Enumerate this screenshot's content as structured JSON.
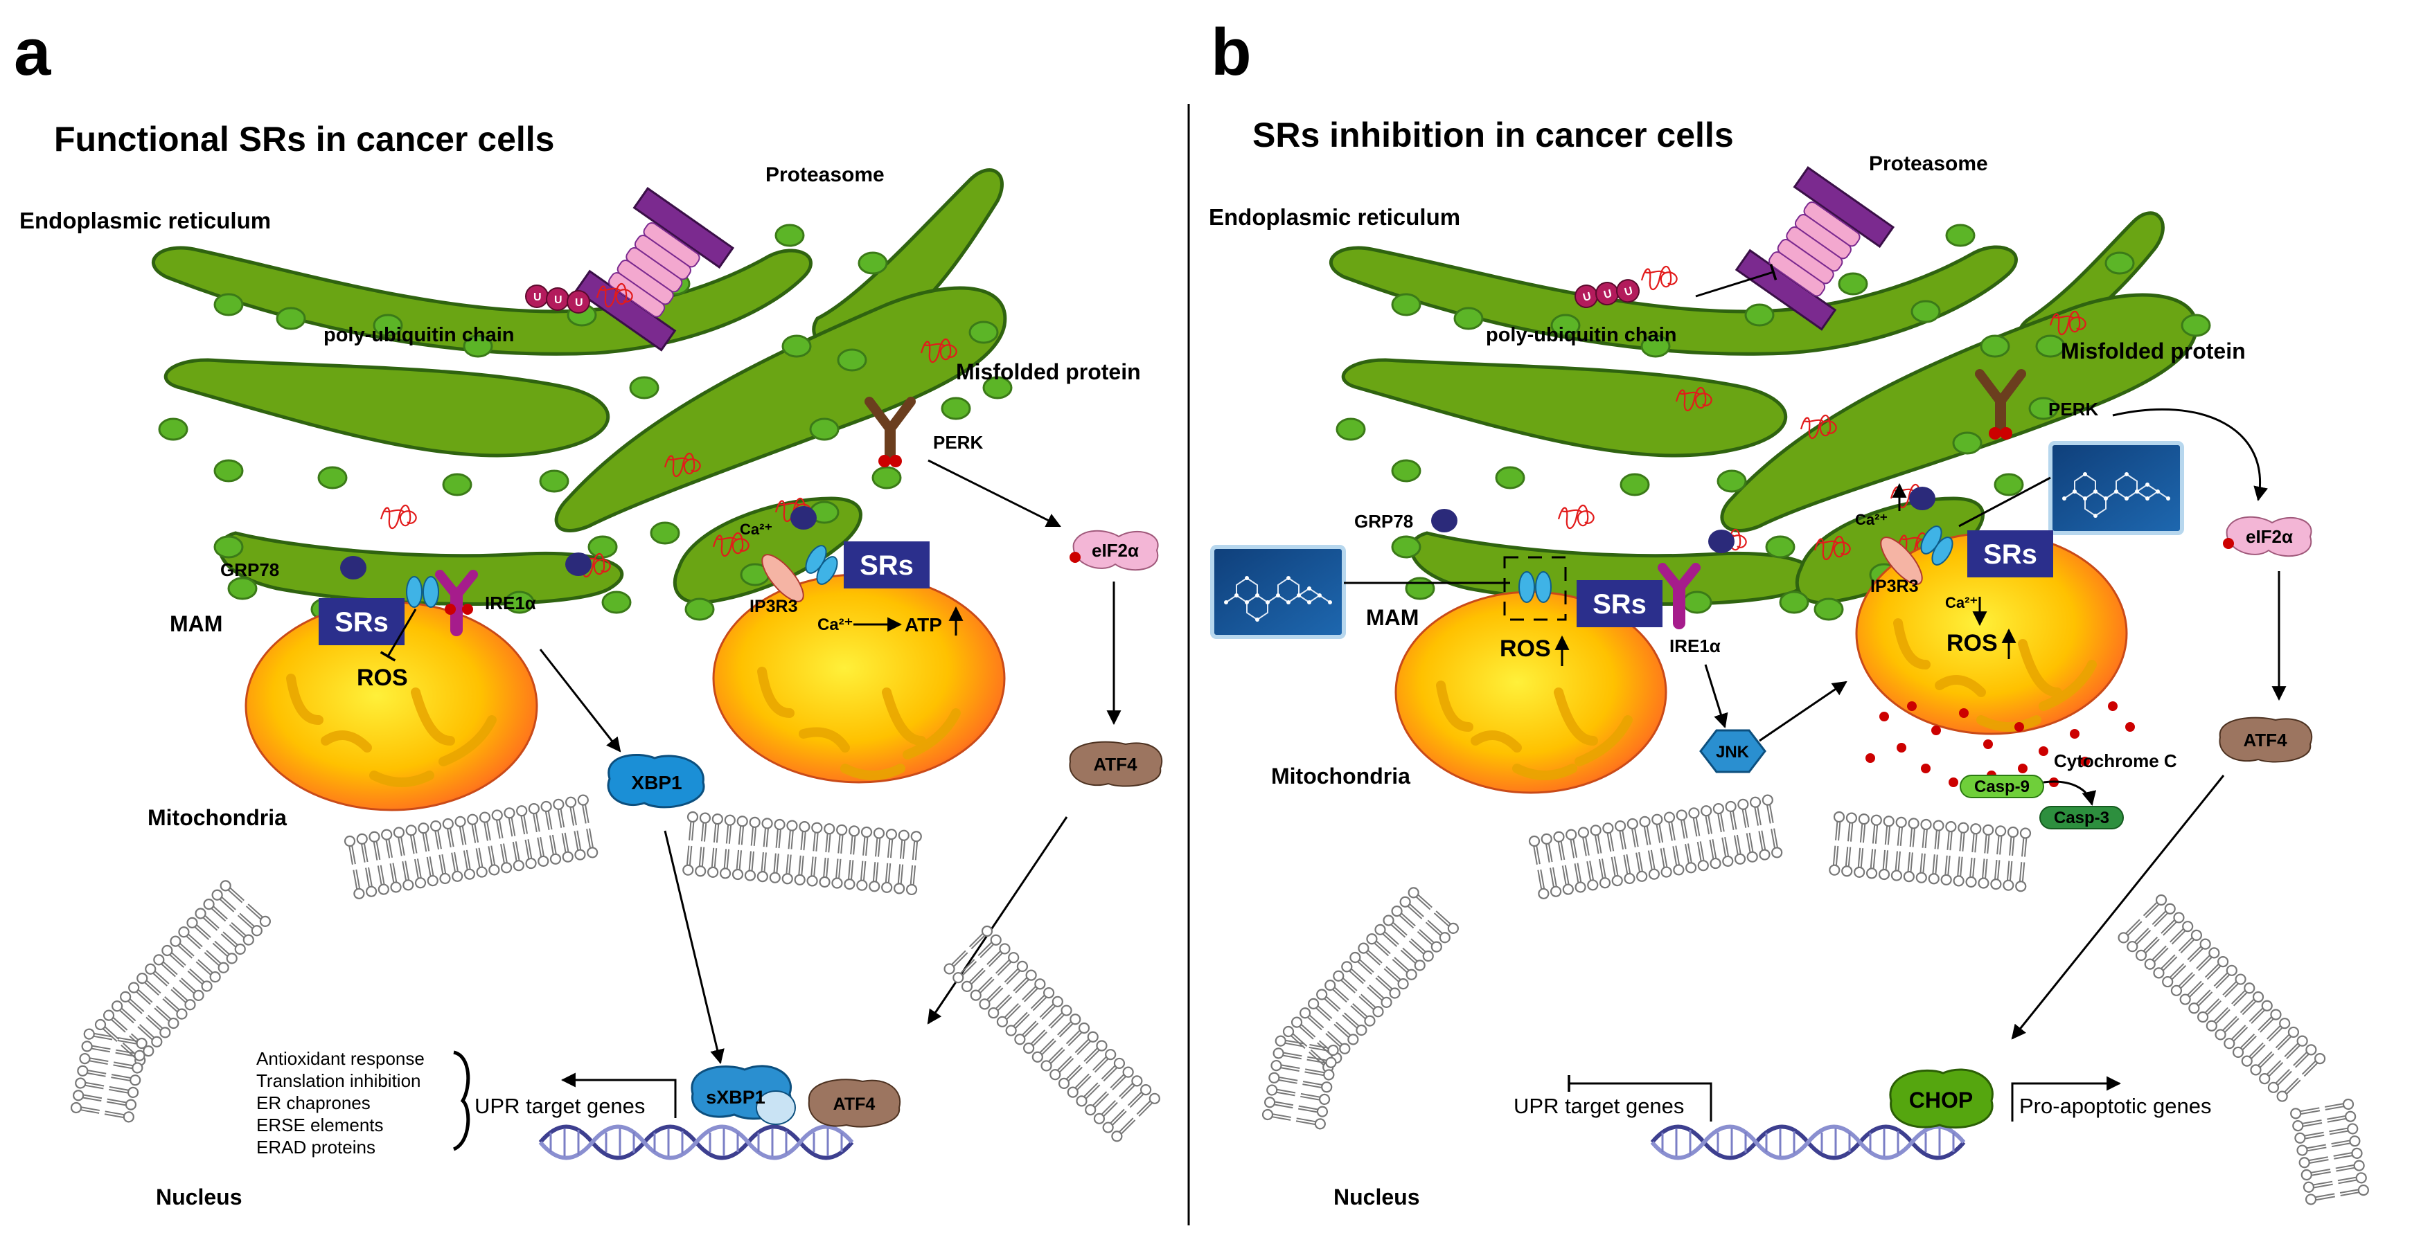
{
  "panel_a": {
    "letter": "a",
    "title": "Functional SRs in cancer cells",
    "labels": {
      "proteasome": "Proteasome",
      "er": "Endoplasmic reticulum",
      "poly_ub": "poly-ubiquitin chain",
      "misfolded": "Misfolded protein",
      "perk": "PERK",
      "grp78": "GRP78",
      "srs_left": "SRs",
      "srs_right": "SRs",
      "ire1": "IRE1α",
      "ros": "ROS",
      "mam": "MAM",
      "ca": "Ca²⁺",
      "ip3r3": "IP3R3",
      "ca2": "Ca²⁺",
      "atp": "ATP",
      "mito": "Mitochondria",
      "xbp1": "XBP1",
      "eif2a": "eIF2α",
      "atf4": "ATF4",
      "nucleus": "Nucleus",
      "sxbp1": "sXBP1",
      "atf4_dna": "ATF4",
      "upr": "UPR target genes"
    },
    "upr_list": [
      "Antioxidant response",
      "Translation inhibition",
      "ER chaprones",
      "ERSE elements",
      "ERAD proteins"
    ]
  },
  "panel_b": {
    "letter": "b",
    "title": "SRs inhibition in cancer cells",
    "labels": {
      "proteasome": "Proteasome",
      "er": "Endoplasmic reticulum",
      "poly_ub": "poly-ubiquitin chain",
      "misfolded": "Misfolded protein",
      "perk": "PERK",
      "grp78": "GRP78",
      "mam": "MAM",
      "srs_left": "SRs",
      "srs_right": "SRs",
      "ros_left": "ROS",
      "ros_right": "ROS",
      "ire1": "IRE1α",
      "ca_top": "Ca²⁺",
      "ca_mid": "Ca²⁺",
      "ip3r3": "IP3R3",
      "jnk": "JNK",
      "mito": "Mitochondria",
      "cytc": "Cytochrome C",
      "casp9": "Casp-9",
      "casp3": "Casp-3",
      "eif2a": "eIF2α",
      "atf4": "ATF4",
      "chop": "CHOP",
      "upr": "UPR target genes",
      "proapop": "Pro-apoptotic genes",
      "nucleus": "Nucleus"
    }
  },
  "colors": {
    "er_fill": "#6aa514",
    "er_stroke": "#2f6310",
    "srs_box": "#2b2f8c",
    "xbp1": "#1b8fd6",
    "atf4": "#9c7560",
    "eif2a": "#f3b6d6",
    "proteasome": "#7b2a8f",
    "proteasome_rings": "#f3a8cf",
    "dna": "#3d3f8f",
    "chop": "#55a60f",
    "ire1": "#a61c8c",
    "misfolded": "#e21b1b"
  },
  "icons": [
    "proteasome-icon",
    "ubiquitin-icon",
    "perk-icon",
    "ire1-icon",
    "ip3r3-icon",
    "drug-molecule-icon",
    "dna-helix-icon",
    "membrane-bilayer-icon"
  ]
}
